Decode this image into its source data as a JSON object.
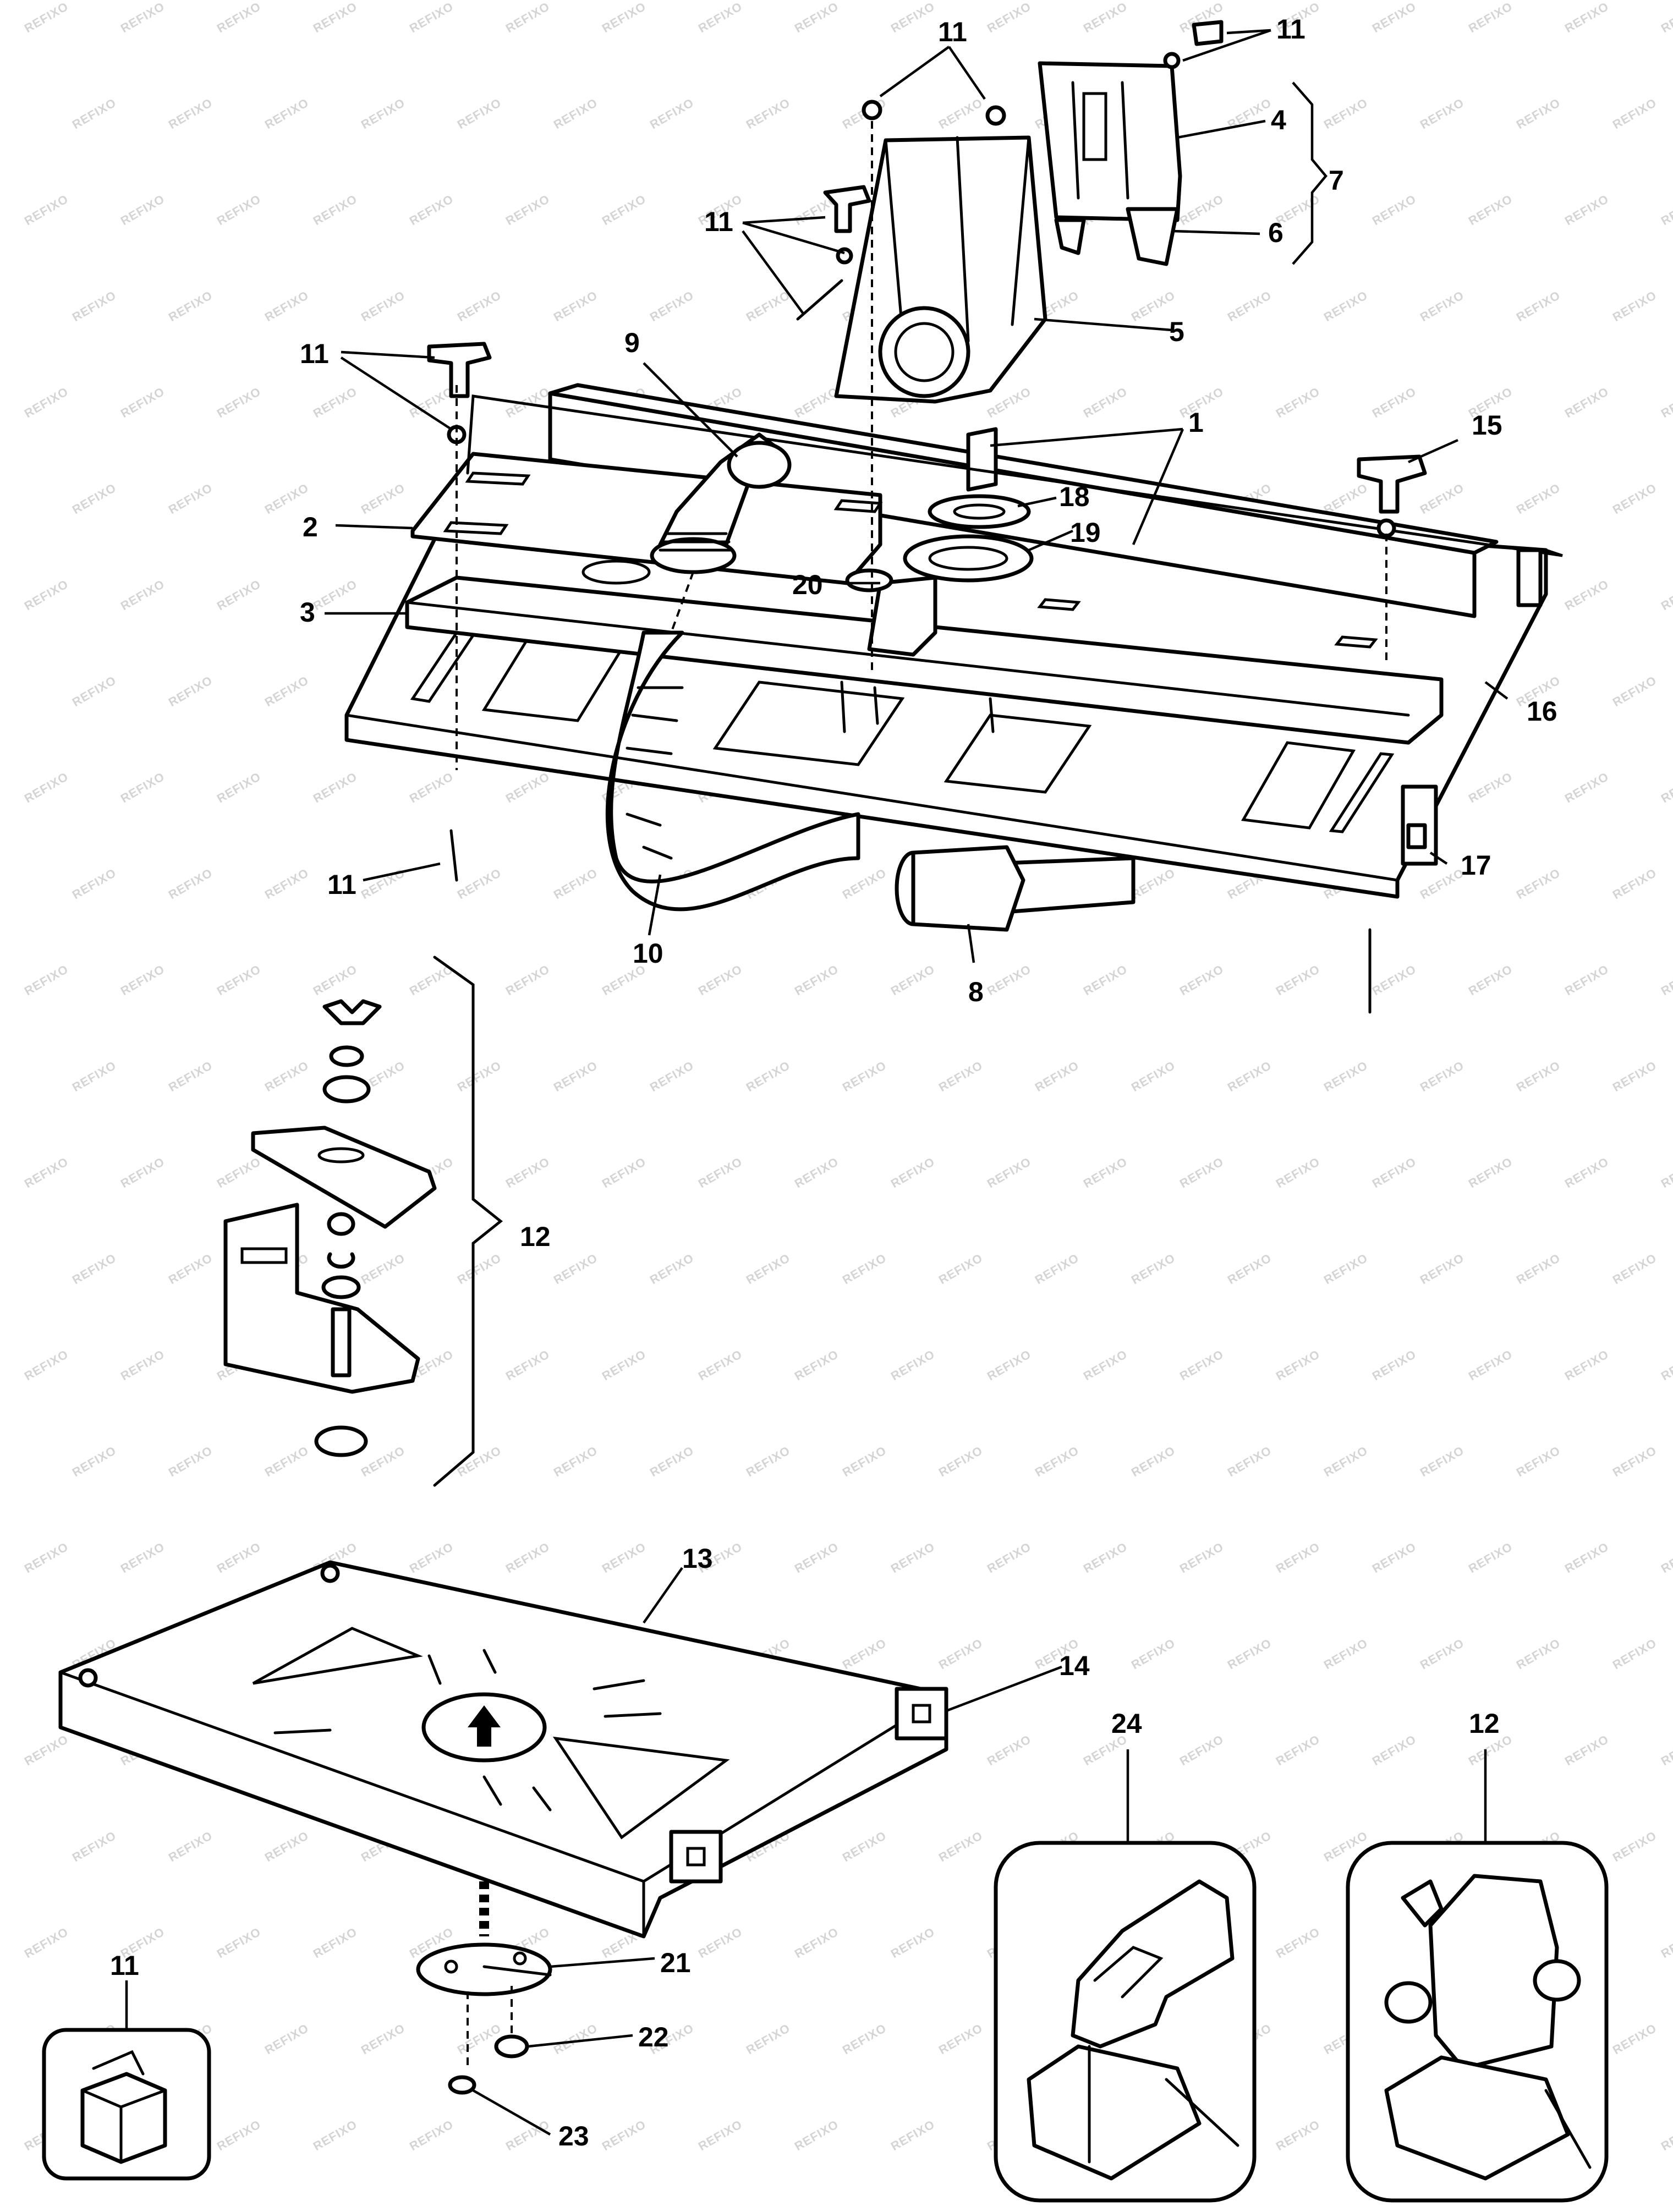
{
  "watermark": "REFIXO",
  "labels": {
    "p1": "1",
    "p2": "2",
    "p3": "3",
    "p4": "4",
    "p5": "5",
    "p6": "6",
    "p7": "7",
    "p8": "8",
    "p9": "9",
    "p10": "10",
    "p11": "11",
    "p12": "12",
    "p13": "13",
    "p14": "14",
    "p15": "15",
    "p16": "16",
    "p17": "17",
    "p18": "18",
    "p19": "19",
    "p20": "20",
    "p21": "21",
    "p22": "22",
    "p23": "23",
    "p24": "24"
  }
}
